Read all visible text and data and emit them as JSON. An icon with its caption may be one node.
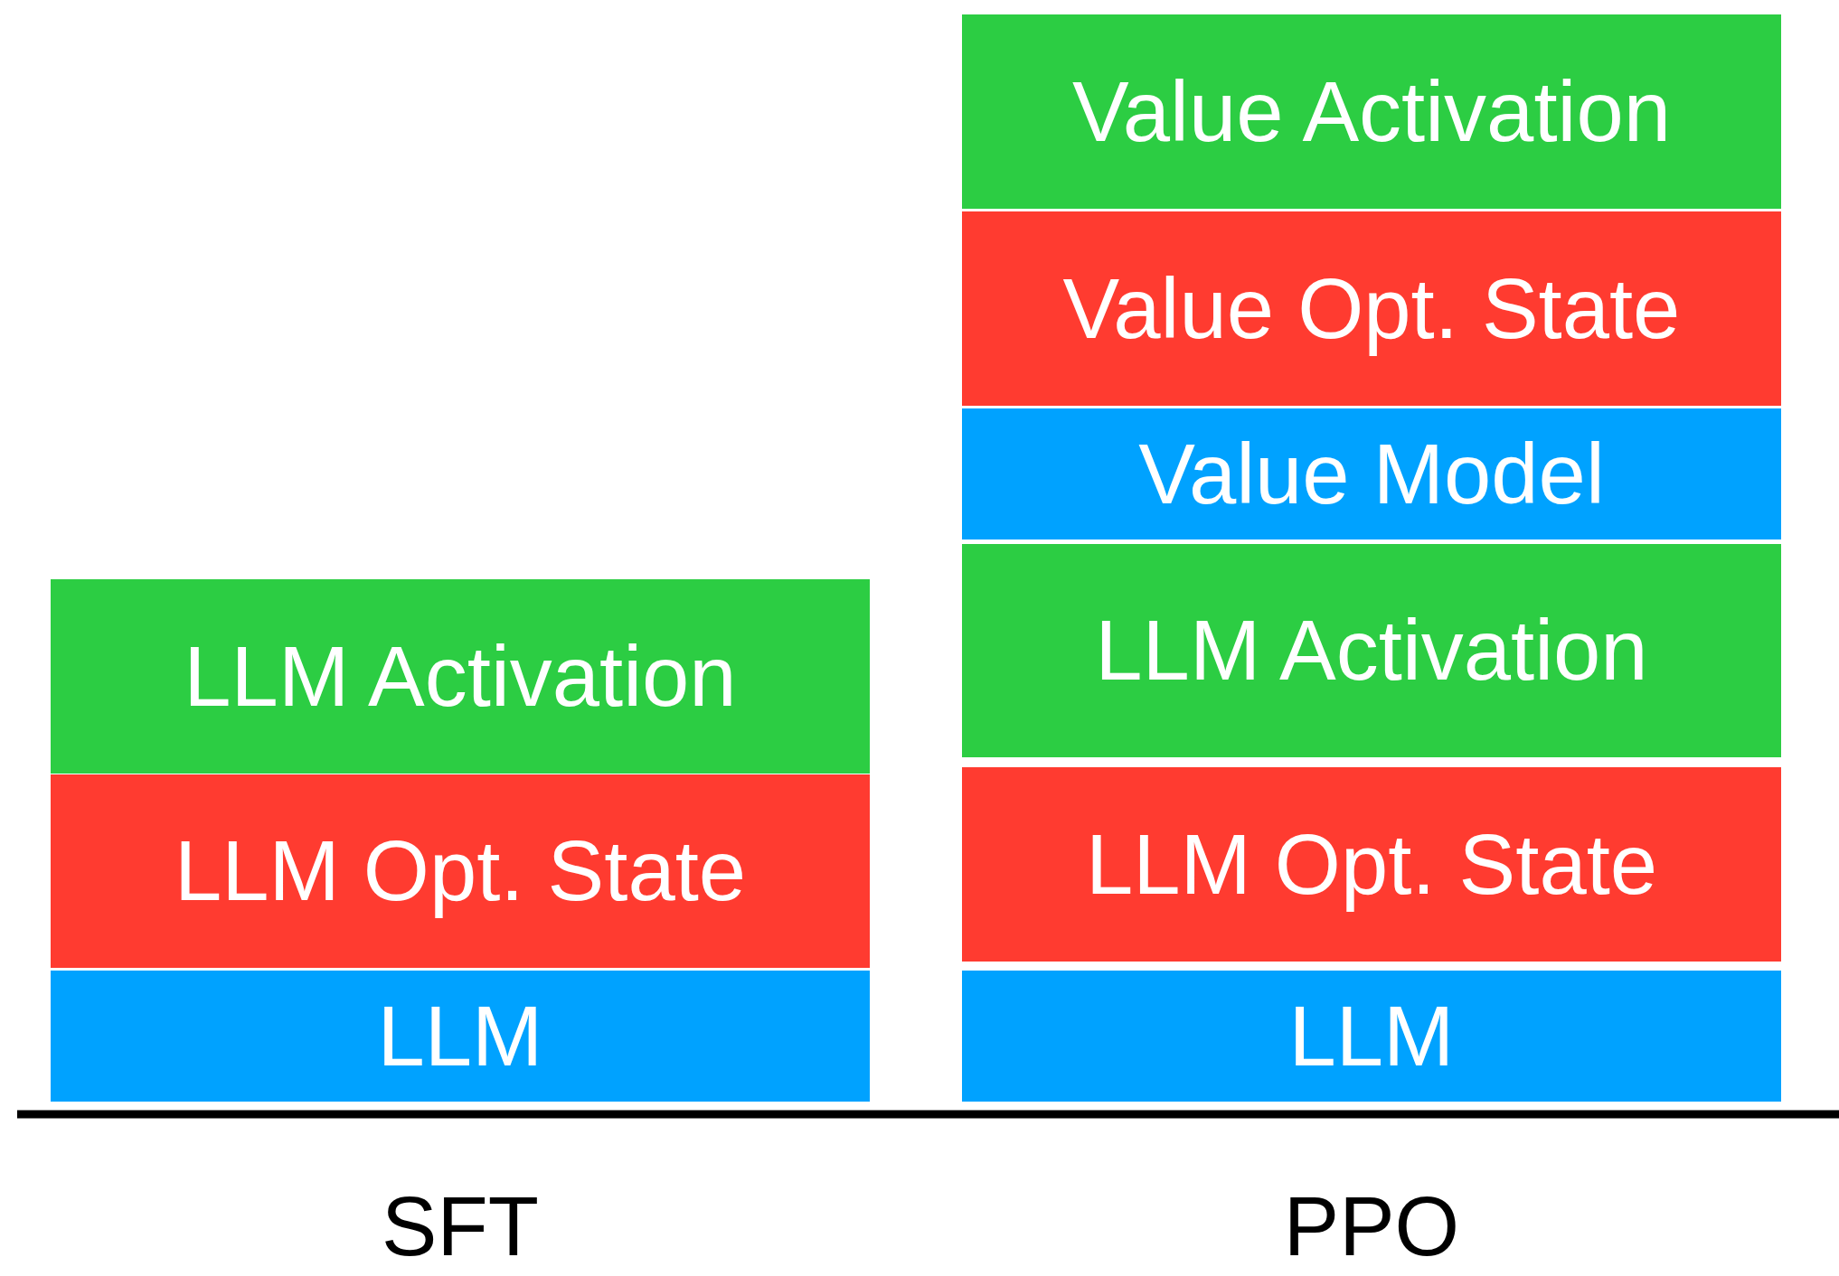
{
  "diagram": {
    "nodes": [
      {
        "text": [
          "LLM Activation"
        ]
      },
      {
        "text": [
          "LLM Opt. State"
        ]
      },
      {
        "text": [
          "LLM"
        ]
      },
      {
        "text": [
          "Value Activation"
        ]
      },
      {
        "text": [
          "Value Opt. State"
        ]
      },
      {
        "text": [
          "Value Model"
        ]
      },
      {
        "text": [
          "LLM Activation"
        ]
      },
      {
        "text": [
          "LLM Opt. State"
        ]
      },
      {
        "text": [
          "LLM"
        ]
      }
    ],
    "edges": [],
    "labels": [
      "SFT",
      "PPO"
    ]
  }
}
